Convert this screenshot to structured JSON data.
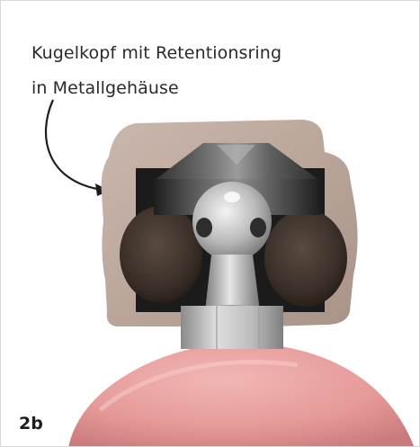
{
  "caption": {
    "line1": "Kugelkopf mit Retentionsring",
    "line2": "in Metallgehäuse"
  },
  "figure_label": "2b"
}
